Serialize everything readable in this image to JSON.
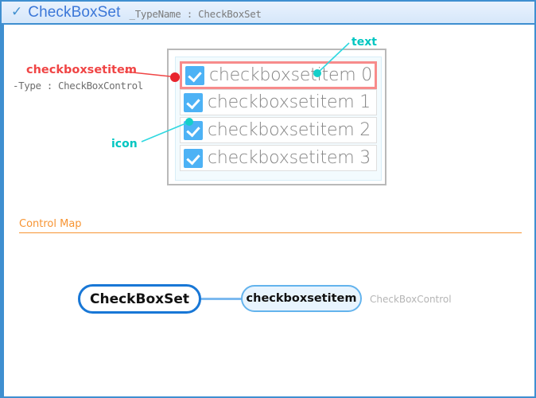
{
  "header": {
    "check_icon": "✓",
    "title": "CheckBoxSet",
    "typename_label": "_TypeName : CheckBoxSet"
  },
  "preview": {
    "items": [
      {
        "label": "checkboxsetitem 0",
        "checked": true,
        "highlighted": true
      },
      {
        "label": "checkboxsetitem 1",
        "checked": true,
        "highlighted": false
      },
      {
        "label": "checkboxsetitem 2",
        "checked": true,
        "highlighted": false
      },
      {
        "label": "checkboxsetitem 3",
        "checked": true,
        "highlighted": false
      }
    ]
  },
  "annotations": {
    "item_name": "checkboxsetitem",
    "item_type": "-Type : CheckBoxControl",
    "text_part": "text",
    "icon_part": "icon"
  },
  "control_map": {
    "section_title": "Control Map",
    "root_node": "CheckBoxSet",
    "child_node": "checkboxsetitem",
    "child_node_type": "CheckBoxControl"
  },
  "colors": {
    "header_border": "#3f8fd0",
    "header_title": "#3b77d8",
    "checkbox_blue": "#4db2f5",
    "highlight_red": "#f78b8b",
    "annotation_red": "#f04545",
    "annotation_cyan": "#00c6c1",
    "section_orange": "#f79433",
    "root_node_border": "#1877d6",
    "child_node_border": "#63b3ed",
    "child_node_fill": "#e8f4fe",
    "item_text_gray": "#858585"
  }
}
